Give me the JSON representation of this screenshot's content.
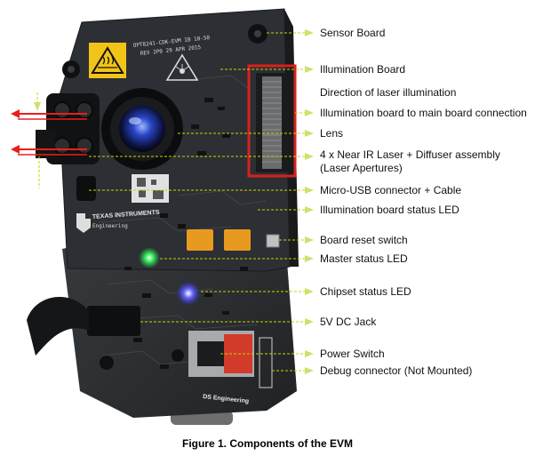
{
  "labels": [
    "Sensor Board",
    "Illumination Board",
    "Direction of laser illumination",
    "Illumination board to main board connection",
    "Lens",
    "4 x Near IR Laser + Diffuser assembly",
    "(Laser Apertures)",
    "Micro-USB connector + Cable",
    "Illumination board status LED",
    "Board reset switch",
    "Master status LED",
    "Chipset status LED",
    "5V DC Jack",
    "Power Switch",
    "Debug connector (Not Mounted)"
  ],
  "caption": "Figure 1. Components of the EVM",
  "board_markings": {
    "part_line1": "OPT8241-CDK-EVM IB 10-50",
    "part_line2": "REV 2P0   29 APR 2015",
    "brand": "TEXAS INSTRUMENTS",
    "brand_sub": "Engineering",
    "brand_bottom": "DS Engineering"
  },
  "colors": {
    "callout_line": "#c9d600",
    "arrow_head": "#cfe06e",
    "laser_arrow": "#e8201c",
    "highlight_box": "#d9201c",
    "pcb": "#2a2d30"
  },
  "icons": [
    "hot-surface-warning-icon",
    "laser-warning-icon",
    "ti-logo-icon"
  ]
}
